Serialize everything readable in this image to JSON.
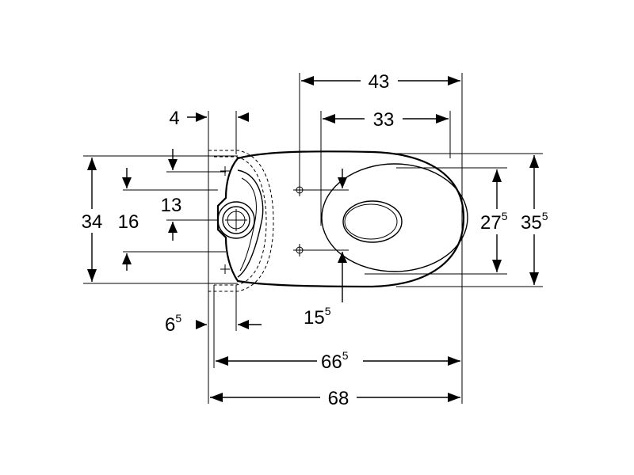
{
  "drawing": {
    "type": "technical dimension drawing",
    "unit_hint": "",
    "dimensions": {
      "top_43": {
        "main": "43",
        "sup": ""
      },
      "top_33": {
        "main": "33",
        "sup": ""
      },
      "left_4": {
        "main": "4",
        "sup": ""
      },
      "left_13": {
        "main": "13",
        "sup": ""
      },
      "left_34": {
        "main": "34",
        "sup": ""
      },
      "left_16": {
        "main": "16",
        "sup": ""
      },
      "bottom_6_5": {
        "main": "6",
        "sup": "5"
      },
      "bottom_15_5": {
        "main": "15",
        "sup": "5"
      },
      "bottom_66_5": {
        "main": "66",
        "sup": "5"
      },
      "bottom_68": {
        "main": "68",
        "sup": ""
      },
      "right_27_5": {
        "main": "27",
        "sup": "5"
      },
      "right_35_5": {
        "main": "35",
        "sup": "5"
      }
    }
  }
}
